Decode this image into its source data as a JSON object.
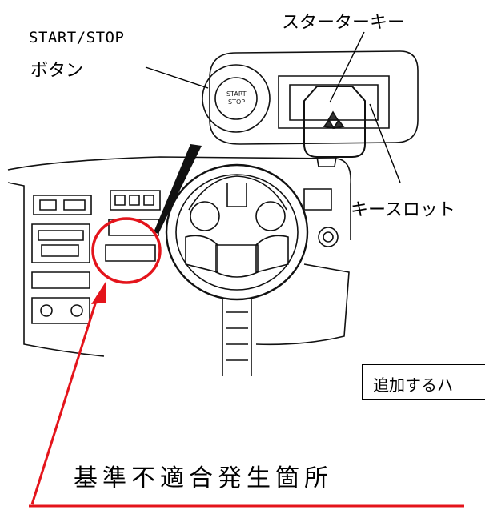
{
  "labels": {
    "start_stop_line1": "START/STOP",
    "start_stop_line2": "ボタン",
    "starter_key": "スターターキー",
    "key_slot": "キースロット",
    "callout": "追加するハ",
    "nonconformity": "基準不適合発生箇所"
  },
  "colors": {
    "highlight": "#e4141b",
    "line": "#000000",
    "background": "#ffffff"
  }
}
